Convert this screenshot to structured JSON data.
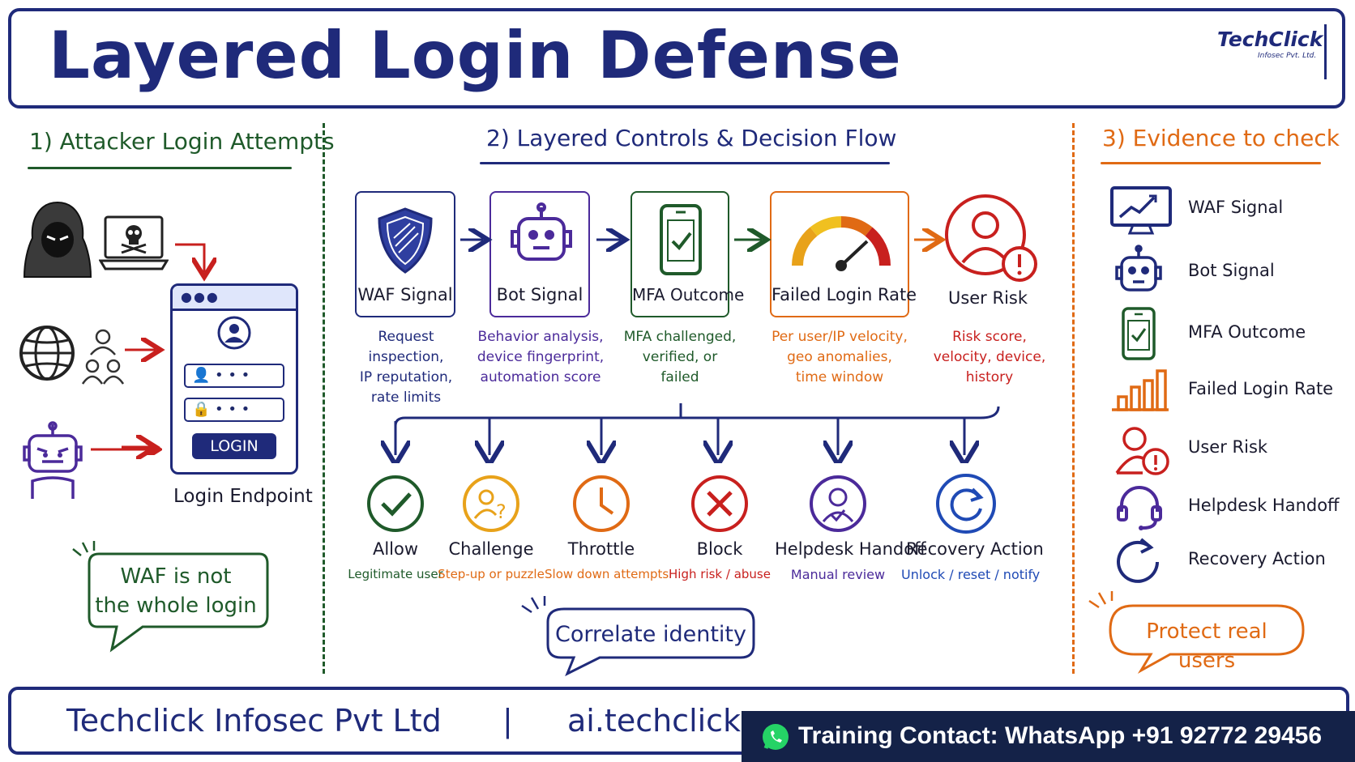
{
  "title": "Layered Login Defense",
  "logo": {
    "name": "TechClick",
    "tagline": "Infosec Pvt. Ltd."
  },
  "sections": {
    "attacker": "1) Attacker Login Attempts",
    "controls": "2) Layered Controls & Decision Flow",
    "evidence": "3) Evidence to check"
  },
  "attacker": {
    "login_button": "LOGIN",
    "password_mask": "• • •",
    "endpoint_label": "Login Endpoint",
    "bubble": "WAF is not\nthe whole login"
  },
  "controls": [
    {
      "label": "WAF Signal",
      "desc": "Request inspection,\nIP reputation,\nrate limits",
      "color": "#1f2a7a",
      "icon": "shield-icon"
    },
    {
      "label": "Bot Signal",
      "desc": "Behavior analysis,\ndevice fingerprint,\nautomation score",
      "color": "#4b2a9a",
      "icon": "robot-icon"
    },
    {
      "label": "MFA Outcome",
      "desc": "MFA challenged,\nverified, or\nfailed",
      "color": "#1f5a2a",
      "icon": "phone-check-icon"
    },
    {
      "label": "Failed Login Rate",
      "desc": "Per user/IP velocity,\ngeo anomalies,\ntime window",
      "color": "#e06a14",
      "icon": "gauge-icon"
    },
    {
      "label": "User Risk",
      "desc": "Risk score,\nvelocity, device,\nhistory",
      "color": "#c8201e",
      "icon": "user-alert-icon"
    }
  ],
  "outcomes": [
    {
      "label": "Allow",
      "sub": "Legitimate user",
      "color": "#1f5a2a",
      "sub_color": "#1f5a2a",
      "icon": "check-icon"
    },
    {
      "label": "Challenge",
      "sub": "Step-up or puzzle",
      "color": "#e8a21a",
      "sub_color": "#e06a14",
      "icon": "user-question-icon"
    },
    {
      "label": "Throttle",
      "sub": "Slow down attempts",
      "color": "#e06a14",
      "sub_color": "#e06a14",
      "icon": "clock-icon"
    },
    {
      "label": "Block",
      "sub": "High risk / abuse",
      "color": "#c8201e",
      "sub_color": "#c8201e",
      "icon": "x-icon"
    },
    {
      "label": "Helpdesk Handoff",
      "sub": "Manual review",
      "color": "#4b2a9a",
      "sub_color": "#4b2a9a",
      "icon": "user-check-icon"
    },
    {
      "label": "Recovery Action",
      "sub": "Unlock / reset / notify",
      "color": "#1f4ab5",
      "sub_color": "#1f4ab5",
      "icon": "refresh-icon"
    }
  ],
  "correlate_bubble": "Correlate identity",
  "evidence": [
    {
      "label": "WAF Signal",
      "icon": "monitor-chart-icon"
    },
    {
      "label": "Bot Signal",
      "icon": "robot-icon"
    },
    {
      "label": "MFA Outcome",
      "icon": "phone-check-icon"
    },
    {
      "label": "Failed Login Rate",
      "icon": "bar-chart-icon"
    },
    {
      "label": "User Risk",
      "icon": "user-alert-icon"
    },
    {
      "label": "Helpdesk Handoff",
      "icon": "headset-icon"
    },
    {
      "label": "Recovery Action",
      "icon": "refresh-icon"
    }
  ],
  "evidence_bubble": "Protect real users",
  "footer": {
    "company": "Techclick  Infosec  Pvt  Ltd",
    "separator": "|",
    "site": "ai.techclick.",
    "contact": "Training Contact: WhatsApp +91 92772 29456"
  },
  "colors": {
    "navy": "#1f2a7a",
    "green": "#1f5a2a",
    "orange": "#e06a14",
    "red": "#c8201e",
    "purple": "#4b2a9a"
  }
}
